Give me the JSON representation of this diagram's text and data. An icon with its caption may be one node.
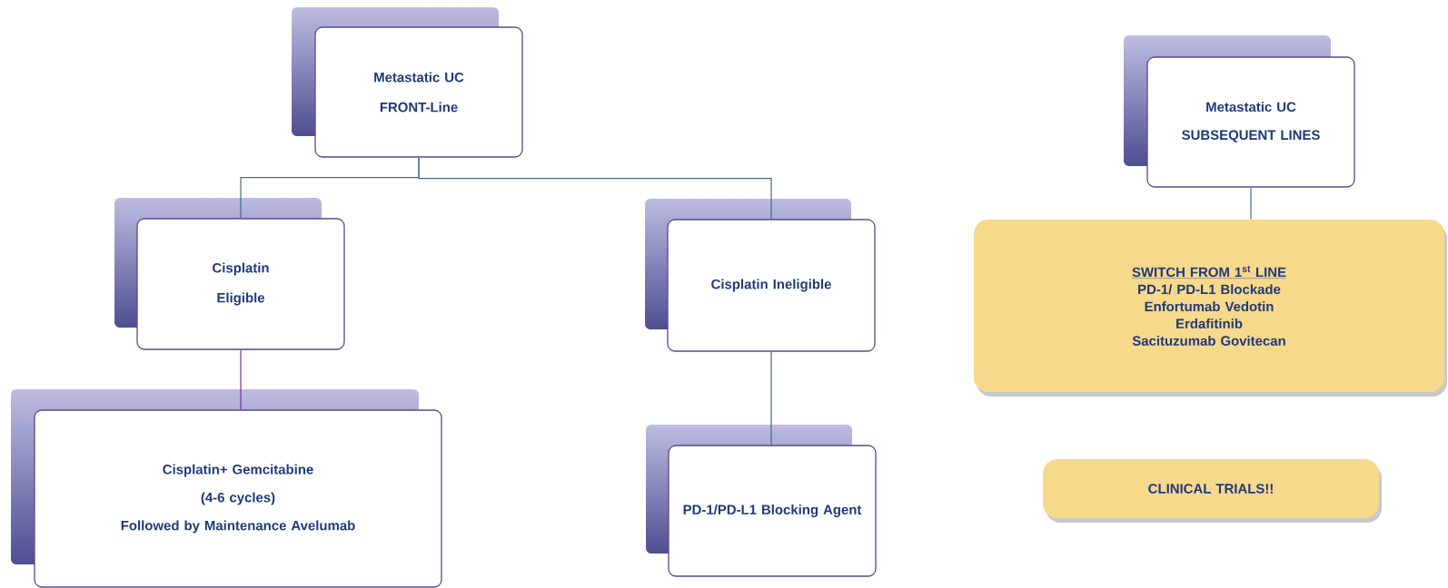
{
  "diagram": {
    "nodes": [
      {
        "text": [
          "Metastatic UC",
          "FRONT-Line"
        ]
      },
      {
        "text": [
          "Cisplatin",
          "Eligible"
        ]
      },
      {
        "text": [
          "Cisplatin Ineligible"
        ]
      },
      {
        "text": [
          "Cisplatin+ Gemcitabine",
          "(4-6 cycles)",
          "Followed by Maintenance Avelumab"
        ]
      },
      {
        "text": [
          "PD-1/PD-L1 Blocking Agent"
        ]
      },
      {
        "text": [
          "Metastatic UC",
          "SUBSEQUENT LINES"
        ]
      },
      {
        "text": [
          "SWITCH FROM 1$^{st}$ LINE",
          "PD-1/ PD-L1 Blockade",
          "Enfortumab Vedotin",
          "Erdafitinib",
          "Sacituzumab Govitecan"
        ]
      },
      {
        "text": [
          "CLINICAL TRIALS!!"
        ]
      }
    ],
    "edges": [
      {
        "from": 0,
        "to": 1,
        "arrow": "none"
      },
      {
        "from": 0,
        "to": 2,
        "arrow": "none"
      },
      {
        "from": 1,
        "to": 3,
        "arrow": "none",
        "color": "#7030a0"
      },
      {
        "from": 2,
        "to": 4,
        "arrow": "none"
      },
      {
        "from": 5,
        "to": 6,
        "arrow": "none"
      }
    ]
  }
}
